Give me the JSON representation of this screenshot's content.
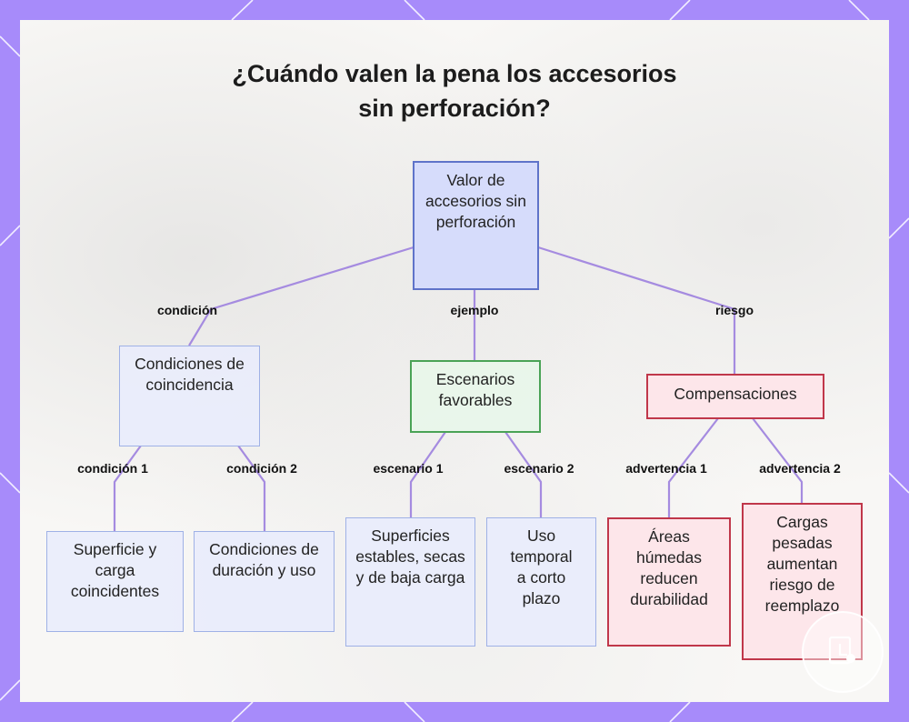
{
  "title": {
    "line1": "¿Cuándo valen la pena los accesorios",
    "line2": "sin perforación?"
  },
  "nodes": {
    "root": "Valor de accesorios sin perforación",
    "conditions": "Condiciones de coincidencia",
    "scenarios": "Escenarios favorables",
    "tradeoffs": "Compensaciones",
    "cond1": "Superficie y carga coincidentes",
    "cond2": "Condiciones de duración y uso",
    "scen1": "Superficies estables, secas y de baja carga",
    "scen2": "Uso temporal a corto plazo",
    "warn1": "Áreas húmedas reducen durabilidad",
    "warn2": "Cargas pesadas aumentan riesgo de reemplazo"
  },
  "edge_labels": {
    "condition": "condición",
    "example": "ejemplo",
    "risk": "riesgo",
    "condition1": "condición 1",
    "condition2": "condición 2",
    "scenario1": "escenario 1",
    "scenario2": "escenario 2",
    "warning1": "advertencia 1",
    "warning2": "advertencia 2"
  },
  "colors": {
    "frame": "#a78bfa",
    "edge": "#a58be0",
    "root_fill": "#d6dcfb",
    "root_border": "#5f73c9",
    "green_border": "#4aa356",
    "red_border": "#c0374a"
  },
  "logo_icon": "brand-logo-icon"
}
